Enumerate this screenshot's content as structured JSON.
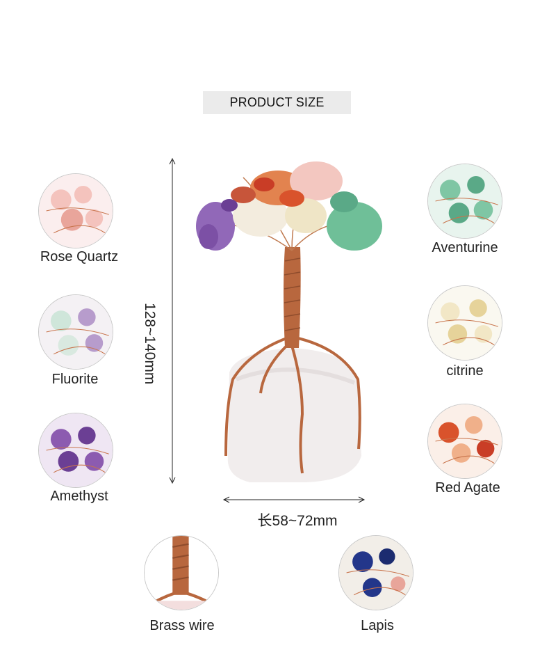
{
  "title": "PRODUCT SIZE",
  "dimensions": {
    "height": "128~140mm",
    "length": "长58~72mm"
  },
  "stones": [
    {
      "label": "Rose Quartz",
      "colors": [
        "#f4c3bd",
        "#e9a59b",
        "#c8744c"
      ]
    },
    {
      "label": "Fluorite",
      "colors": [
        "#cfe6da",
        "#b79ccc",
        "#c8744c"
      ]
    },
    {
      "label": "Amethyst",
      "colors": [
        "#8c5bb0",
        "#6b3f94",
        "#c8744c"
      ]
    },
    {
      "label": "Aventurine",
      "colors": [
        "#7fc6a4",
        "#5aa987",
        "#c8744c"
      ]
    },
    {
      "label": "citrine",
      "colors": [
        "#f2e7c6",
        "#e6d39a",
        "#c8744c"
      ]
    },
    {
      "label": "Red Agate",
      "colors": [
        "#d9532c",
        "#f0b08a",
        "#c8744c"
      ]
    },
    {
      "label": "Brass wire",
      "colors": [
        "#b8673e",
        "#8f4c2c",
        "#f3dede"
      ]
    },
    {
      "label": "Lapis",
      "colors": [
        "#23368a",
        "#f2eee8",
        "#c8744c"
      ]
    }
  ]
}
